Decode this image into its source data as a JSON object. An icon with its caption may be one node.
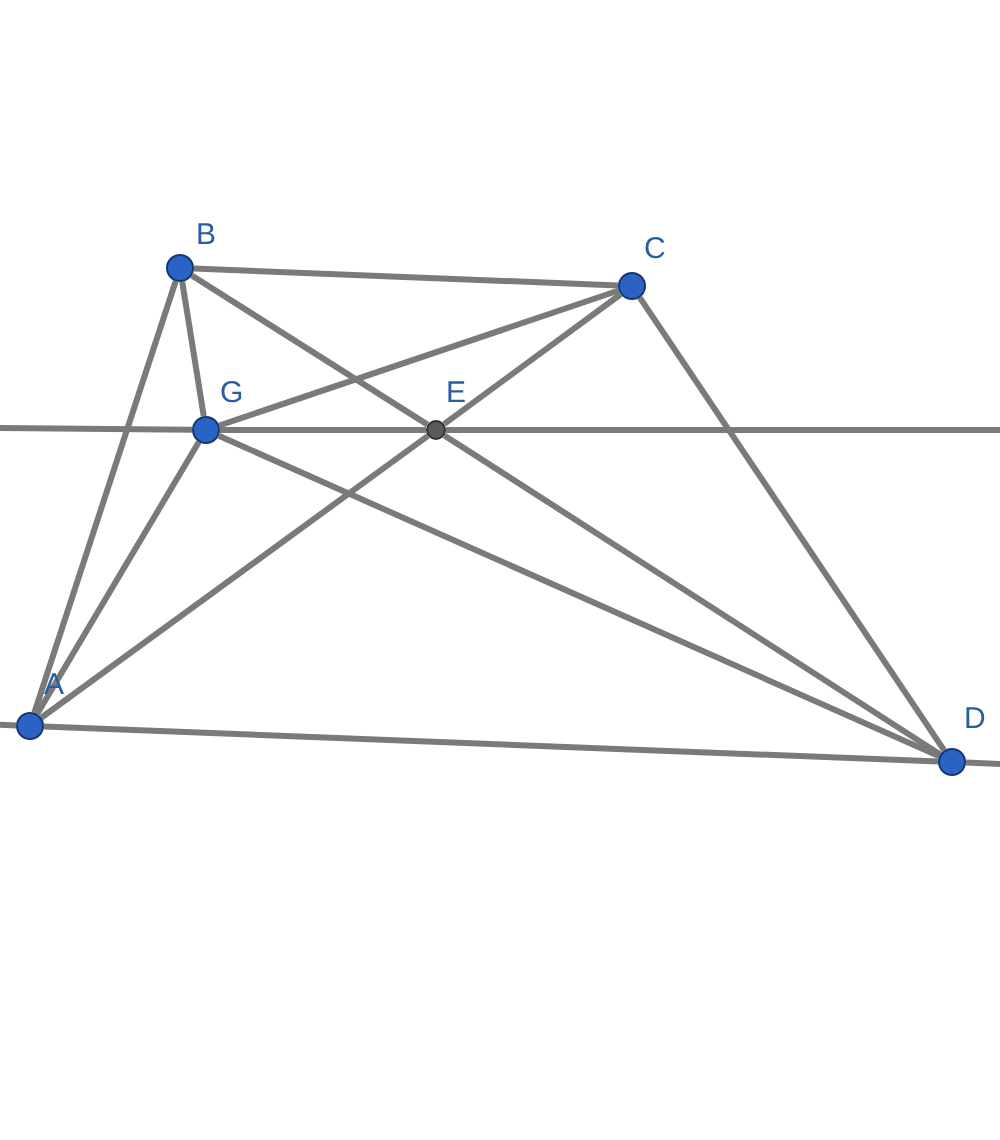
{
  "diagram": {
    "nodes": [
      {
        "text": [
          "B"
        ]
      },
      {
        "text": [
          "C"
        ]
      },
      {
        "text": [
          "G"
        ]
      },
      {
        "text": [
          "E"
        ]
      },
      {
        "text": [
          "A"
        ]
      },
      {
        "text": [
          "D"
        ]
      }
    ],
    "edges": [
      {
        "from": 4,
        "to": 0,
        "arrow": "none"
      },
      {
        "from": 0,
        "to": 1,
        "arrow": "none"
      },
      {
        "from": 1,
        "to": 5,
        "arrow": "none"
      },
      {
        "from": 4,
        "to": 5,
        "arrow": "none"
      },
      {
        "from": null,
        "to": 4,
        "arrow": "none"
      },
      {
        "from": 5,
        "to": null,
        "arrow": "none"
      },
      {
        "from": 0,
        "to": 2,
        "arrow": "none"
      },
      {
        "from": 4,
        "to": 2,
        "arrow": "none"
      },
      {
        "from": 2,
        "to": 1,
        "arrow": "none"
      },
      {
        "from": 2,
        "to": 5,
        "arrow": "none"
      },
      {
        "from": 4,
        "to": 3,
        "arrow": "none"
      },
      {
        "from": 3,
        "to": 1,
        "arrow": "none"
      },
      {
        "from": 0,
        "to": 3,
        "arrow": "none"
      },
      {
        "from": 3,
        "to": 5,
        "arrow": "none"
      },
      {
        "from": null,
        "to": 2,
        "arrow": "none"
      },
      {
        "from": 2,
        "to": 3,
        "arrow": "none"
      },
      {
        "from": 3,
        "to": null,
        "arrow": "none"
      }
    ]
  }
}
